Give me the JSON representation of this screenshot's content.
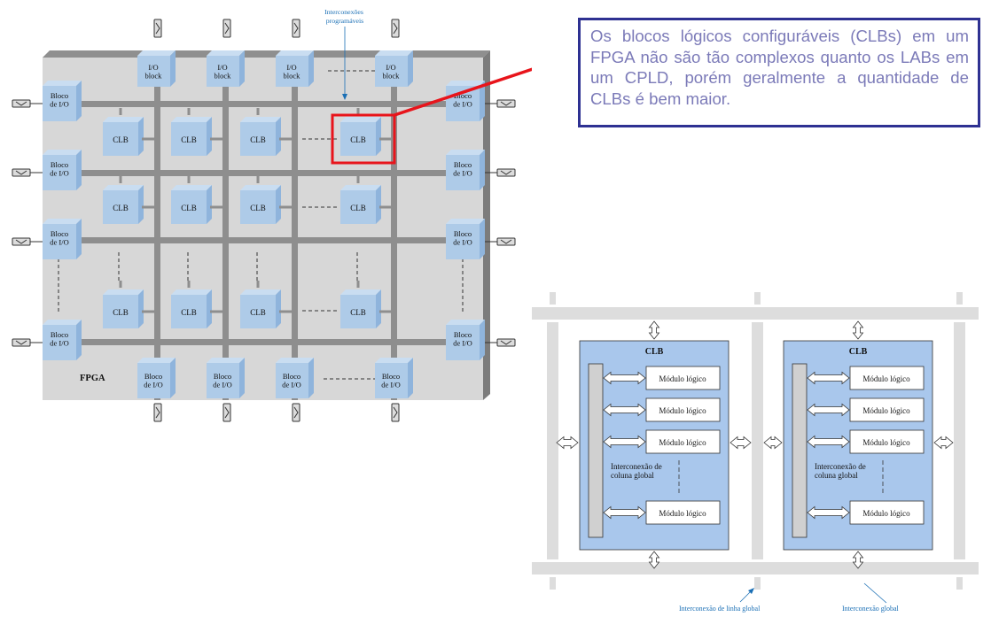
{
  "callout": {
    "text": "Os blocos lógicos configuráveis (CLBs) em um FPGA não são tão complexos quanto os LABs em um CPLD, porém geralmente a quantidade de CLBs é bem maior."
  },
  "fpga": {
    "label": "FPGA",
    "interconnect_label": [
      "Interconexões",
      "programáveis"
    ],
    "io_top": [
      "I/O",
      "block"
    ],
    "io_side": [
      "Bloco",
      "de I/O"
    ],
    "clb": "CLB",
    "highlight_color": "#e8141b",
    "block_color": "#aecbe8"
  },
  "clb_detail": {
    "title": "CLB",
    "module": "Módulo lógico",
    "column_interconnect": [
      "Interconexão de",
      "coluna global"
    ],
    "row_interconnect_label": "Interconexão de linha global",
    "global_interconnect_label": "Interconexão global",
    "fill_color": "#a9c7ec"
  }
}
